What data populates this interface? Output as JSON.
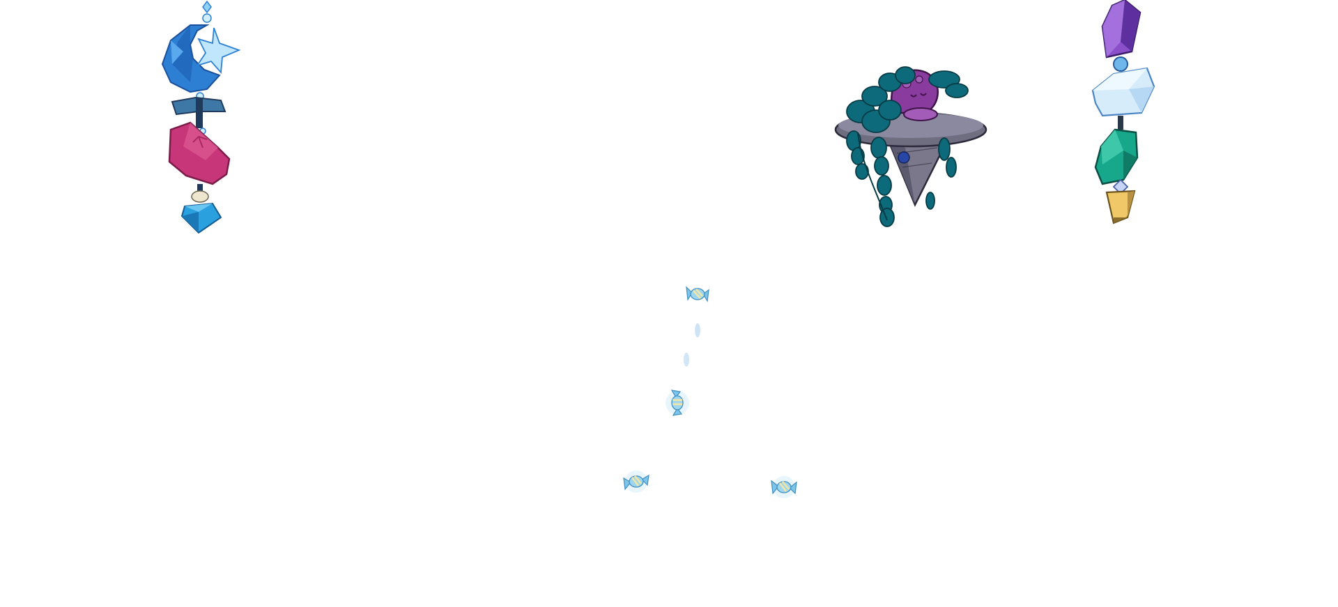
{
  "scene": {
    "background": "#ffffff",
    "decorations": [
      {
        "name": "moon-star-charm",
        "icon": "crescent-moon-star-icon"
      },
      {
        "name": "potted-plant-shelf",
        "icon": "hanging-plant-shelf-icon"
      },
      {
        "name": "crystal-gem-chain",
        "icon": "gem-chain-icon"
      }
    ],
    "candies": [
      {
        "name": "candy-top",
        "icon": "wrapped-candy-icon"
      },
      {
        "name": "candy-middle",
        "icon": "wrapped-candy-icon"
      },
      {
        "name": "candy-bottom-left",
        "icon": "wrapped-candy-icon"
      },
      {
        "name": "candy-bottom-right",
        "icon": "wrapped-candy-icon"
      }
    ],
    "colors": {
      "candy_wrapper": "#7cc4ea",
      "candy_stripe": "#f5e6a3",
      "moon_blue": "#2d7fd3",
      "ruby": "#c8367a",
      "amethyst": "#8a4fc9",
      "emerald": "#17a88b",
      "topaz": "#f1c867",
      "plant_teal": "#0d6a7a"
    }
  }
}
